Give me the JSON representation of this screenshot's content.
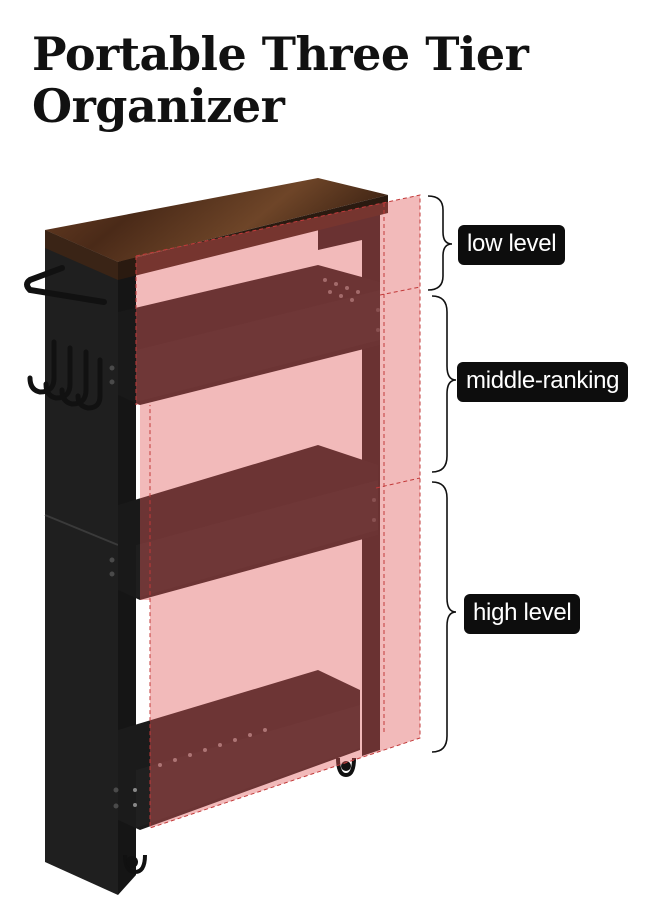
{
  "title": {
    "line1": "Portable Three Tier",
    "line2": "Organizer"
  },
  "levels": {
    "low": "low level",
    "middle": "middle-ranking",
    "high": "high level"
  },
  "colors": {
    "frame": "#1c1c1c",
    "top_wood": "#5a3520",
    "overlay": "#e05a5a",
    "label_bg": "#0d0d0d",
    "label_text": "#ffffff"
  }
}
